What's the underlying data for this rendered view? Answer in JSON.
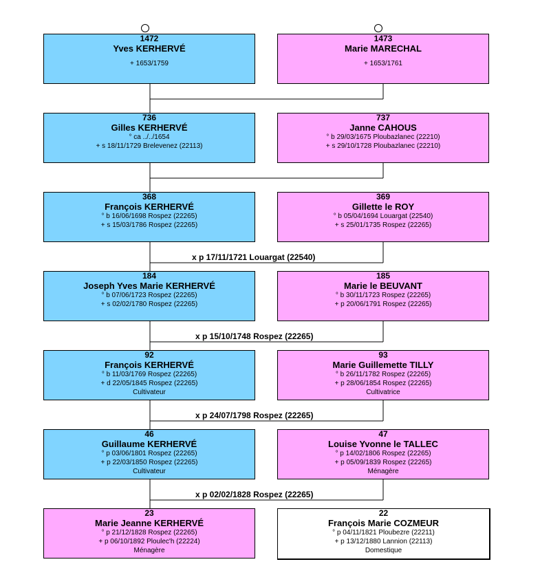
{
  "colors": {
    "male": "#80d4ff",
    "female": "#ffaaff",
    "neutral": "#ffffff",
    "line": "#000000"
  },
  "generations": [
    {
      "husband": {
        "sosa": "1472",
        "name": "Yves KERHERVÉ",
        "lines": [
          "",
          "+ 1653/1759"
        ],
        "gender": "male"
      },
      "wife": {
        "sosa": "1473",
        "name": "Marie MARECHAL",
        "lines": [
          "",
          "+ 1653/1761"
        ],
        "gender": "female"
      },
      "marriage": ""
    },
    {
      "husband": {
        "sosa": "736",
        "name": "Gilles KERHERVÉ",
        "lines": [
          "° ca ../../1654",
          "+ s 18/11/1729 Brelevenez (22113)"
        ],
        "gender": "male"
      },
      "wife": {
        "sosa": "737",
        "name": "Janne CAHOUS",
        "lines": [
          "° b 29/03/1675 Ploubazlanec (22210)",
          "+ s 29/10/1728 Ploubazlanec (22210)"
        ],
        "gender": "female"
      },
      "marriage": ""
    },
    {
      "husband": {
        "sosa": "368",
        "name": "François KERHERVÉ",
        "lines": [
          "° b 16/06/1698 Rospez (22265)",
          "+ s 15/03/1786 Rospez (22265)"
        ],
        "gender": "male"
      },
      "wife": {
        "sosa": "369",
        "name": "Gillette le ROY",
        "lines": [
          "° b 05/04/1694 Louargat (22540)",
          "+ s 25/01/1735 Rospez (22265)"
        ],
        "gender": "female"
      },
      "marriage": "x p 17/11/1721 Louargat (22540)"
    },
    {
      "husband": {
        "sosa": "184",
        "name": "Joseph Yves Marie KERHERVÉ",
        "lines": [
          "° b 07/06/1723 Rospez (22265)",
          "+ s 02/02/1780 Rospez (22265)"
        ],
        "gender": "male"
      },
      "wife": {
        "sosa": "185",
        "name": "Marie le BEUVANT",
        "lines": [
          "° b 30/11/1723 Rospez (22265)",
          "+ p 20/06/1791 Rospez (22265)"
        ],
        "gender": "female"
      },
      "marriage": "x p 15/10/1748 Rospez (22265)"
    },
    {
      "husband": {
        "sosa": "92",
        "name": "François KERHERVÉ",
        "lines": [
          "° b 11/03/1769 Rospez (22265)",
          "+ d 22/05/1845 Rospez (22265)",
          "Cultivateur"
        ],
        "gender": "male"
      },
      "wife": {
        "sosa": "93",
        "name": "Marie Guillemette TILLY",
        "lines": [
          "° b 26/11/1782 Rospez (22265)",
          "+ p 28/06/1854 Rospez (22265)",
          "Cultivatrice"
        ],
        "gender": "female"
      },
      "marriage": "x p 24/07/1798 Rospez (22265)"
    },
    {
      "husband": {
        "sosa": "46",
        "name": "Guillaume KERHERVÉ",
        "lines": [
          "° p 03/06/1801 Rospez (22265)",
          "+ p 22/03/1850 Rospez (22265)",
          "Cultivateur"
        ],
        "gender": "male"
      },
      "wife": {
        "sosa": "47",
        "name": "Louise Yvonne le TALLEC",
        "lines": [
          "° p 14/02/1806 Rospez (22265)",
          "+ p 05/09/1839 Rospez (22265)",
          "Ménagère"
        ],
        "gender": "female"
      },
      "marriage": "x p 02/02/1828 Rospez (22265)"
    },
    {
      "husband": {
        "sosa": "23",
        "name": "Marie Jeanne KERHERVÉ",
        "lines": [
          "° p 21/12/1828 Rospez (22265)",
          "+ p 06/10/1892 Ploulec'h (22224)",
          "Ménagère"
        ],
        "gender": "female"
      },
      "wife": {
        "sosa": "22",
        "name": "François Marie COZMEUR",
        "lines": [
          "° p 04/11/1821 Ploubezre (22211)",
          "+ p 13/12/1880 Lannion (22113)",
          "Domestique"
        ],
        "gender": "neutral"
      },
      "marriage": ""
    }
  ]
}
